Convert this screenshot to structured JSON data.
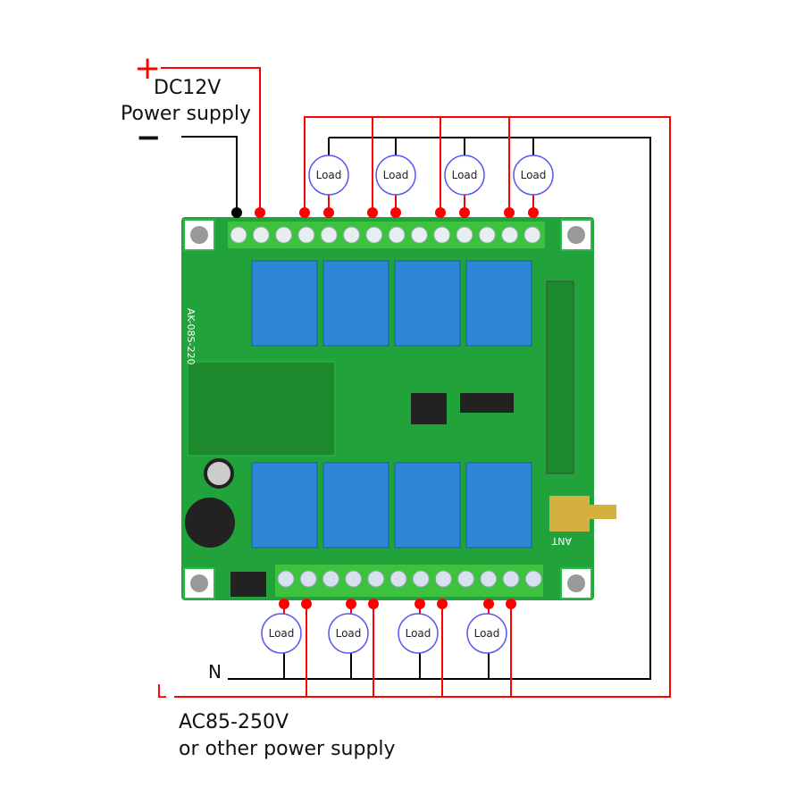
{
  "dc_supply": {
    "plus": "+",
    "minus": "−",
    "line1": "DC12V",
    "line2": "Power supply"
  },
  "ac_supply": {
    "neutral": "N",
    "live": "L",
    "line1": "AC85-250V",
    "line2": "or other power supply"
  },
  "load_label": "Load",
  "board": {
    "model": "AK-08S-220",
    "antenna": "ANT",
    "relay_count": 8
  },
  "colors": {
    "live": "#ff0000",
    "neutral": "#000000",
    "load_ring": "#5a5af0",
    "board": "#22a23a",
    "terminal": "#3cc23c",
    "relay": "#2e86d6"
  }
}
